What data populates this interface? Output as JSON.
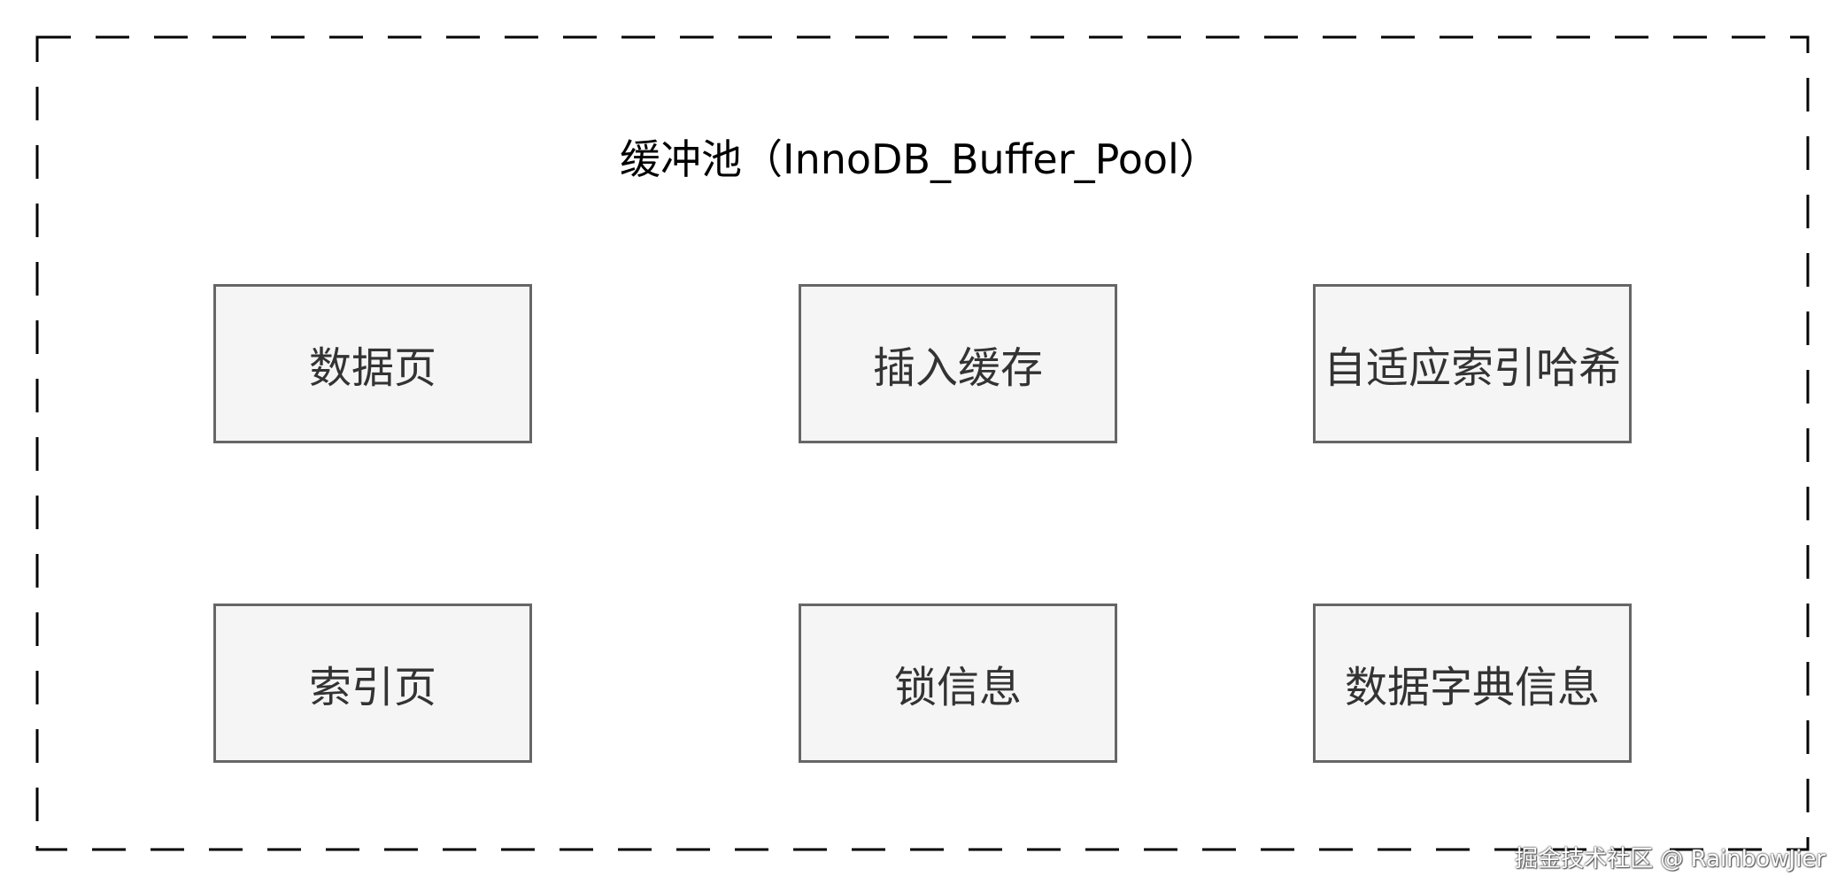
{
  "diagram": {
    "title": "缓冲池（InnoDB_Buffer_Pool）",
    "components": [
      "数据页",
      "插入缓存",
      "自适应索引哈希",
      "索引页",
      "锁信息",
      "数据字典信息"
    ],
    "colors": {
      "frame": "#000000",
      "box_fill": "#f5f5f5",
      "box_border": "#666666",
      "text": "#333333"
    }
  },
  "watermark": "掘金技术社区 @ RainbowJier"
}
